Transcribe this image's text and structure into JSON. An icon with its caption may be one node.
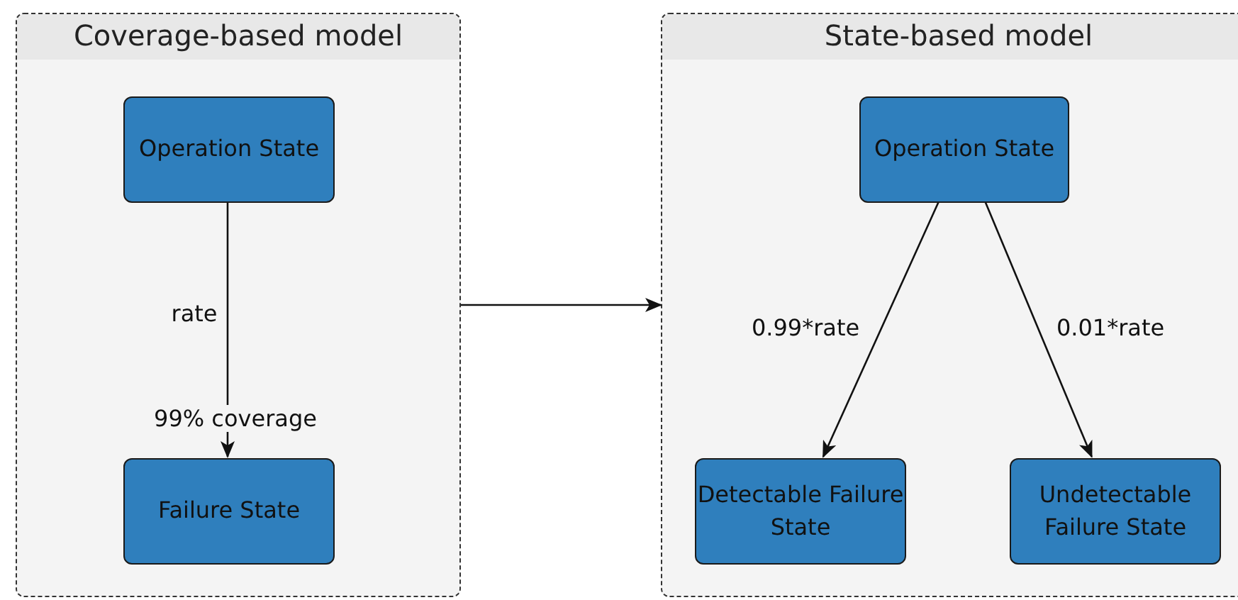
{
  "diagram": {
    "nodes": [
      {
        "text": [
          "Coverage-based model"
        ]
      },
      {
        "text": [
          "Operation State"
        ],
        "in": 0
      },
      {
        "text": [
          "Failure State"
        ],
        "in": 0
      },
      {
        "text": [
          "State-based model"
        ]
      },
      {
        "text": [
          "Operation State"
        ],
        "in": 3
      },
      {
        "text": [
          "Detectable Failure State"
        ],
        "in": 3
      },
      {
        "text": [
          "Undetectable Failure State"
        ],
        "in": 3
      }
    ],
    "edges": [
      {
        "from": 1,
        "to": 2,
        "arrow": "to",
        "label": "rate"
      },
      {
        "from": 0,
        "to": 3,
        "arrow": "to"
      },
      {
        "from": 4,
        "to": 5,
        "arrow": "to",
        "label": "0.99*rate"
      },
      {
        "from": 4,
        "to": 6,
        "arrow": "to",
        "label": "0.01*rate"
      }
    ],
    "labels": [
      "99% coverage"
    ]
  }
}
